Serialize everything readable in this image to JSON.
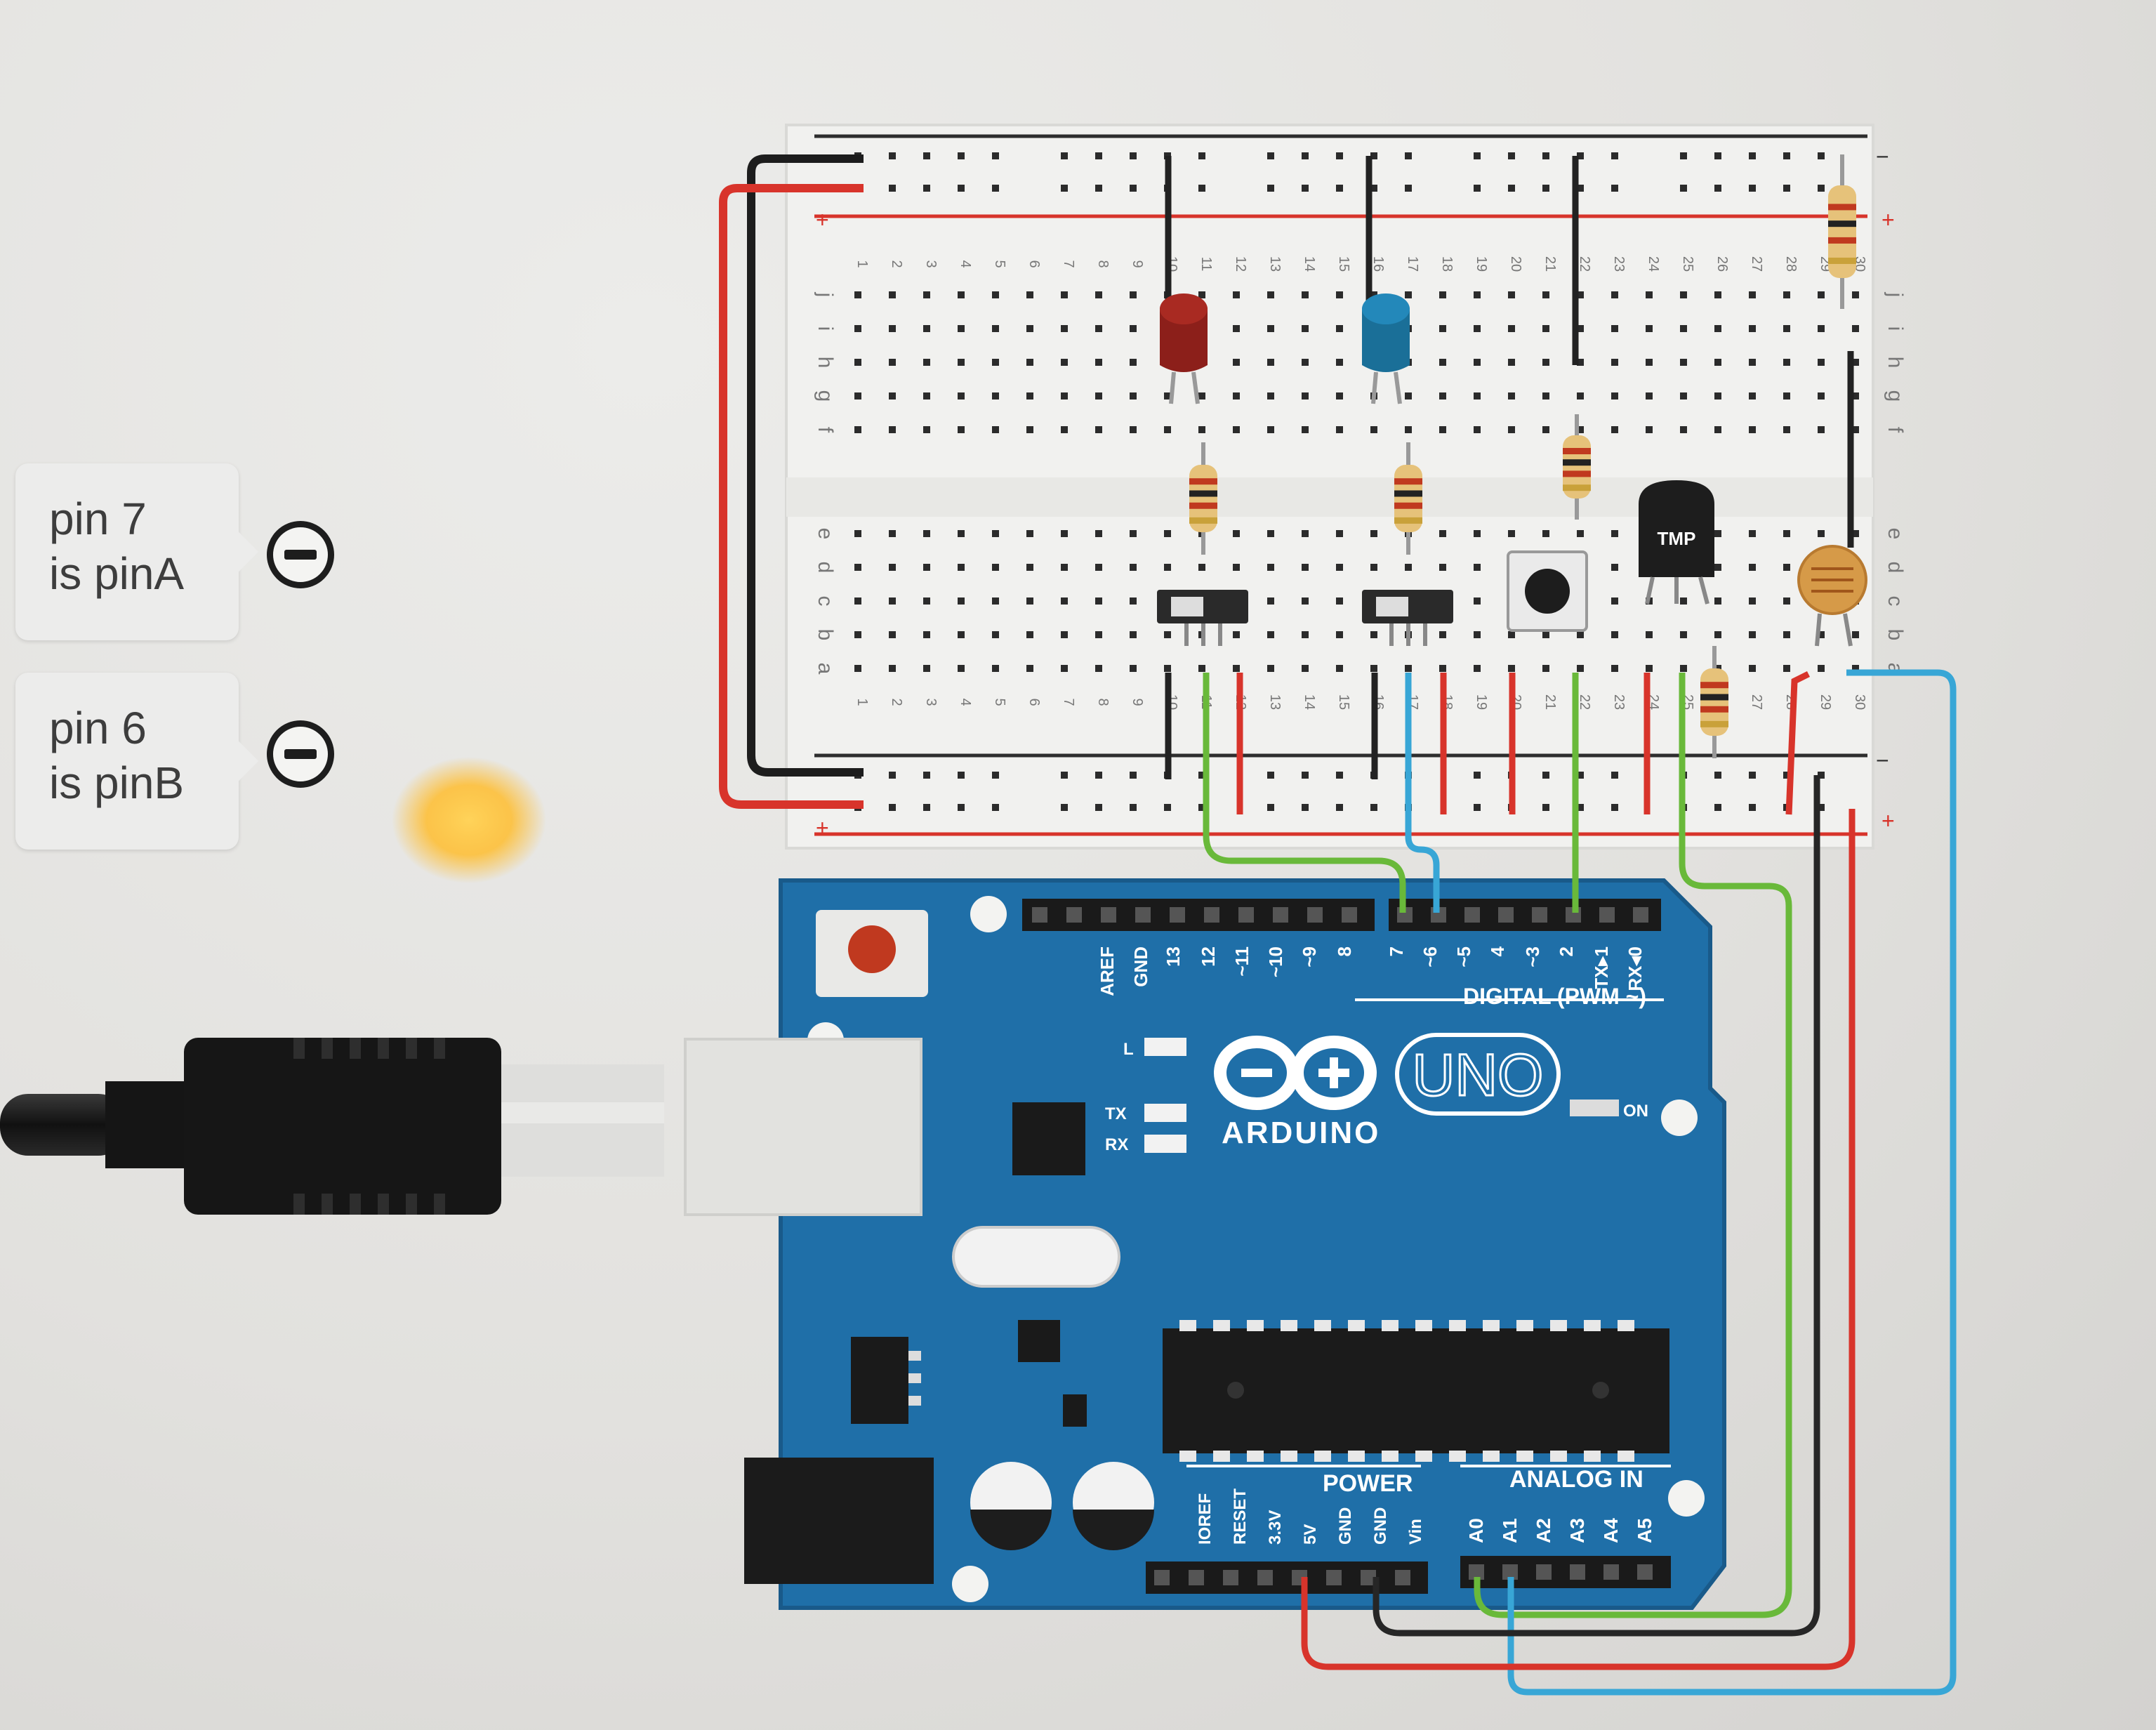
{
  "pin_mappings": [
    {
      "line1": "pin 7",
      "line2": "is pinA"
    },
    {
      "line1": "pin 6",
      "line2": "is pinB"
    }
  ],
  "breadboard": {
    "rail_minus": "−",
    "rail_plus": "+",
    "row_letters_top": [
      "f",
      "g",
      "h",
      "i",
      "j"
    ],
    "row_letters_bottom": [
      "a",
      "b",
      "c",
      "d",
      "e"
    ],
    "columns": [
      "1",
      "2",
      "3",
      "4",
      "5",
      "6",
      "7",
      "8",
      "9",
      "10",
      "11",
      "12",
      "13",
      "14",
      "15",
      "16",
      "17",
      "18",
      "19",
      "20",
      "21",
      "22",
      "23",
      "24",
      "25",
      "26",
      "27",
      "28",
      "29",
      "30"
    ],
    "sensor_label": "TMP"
  },
  "arduino": {
    "model": "UNO",
    "brand": "ARDUINO",
    "digital_header_label": "DIGITAL (PWM ~)",
    "digital_pins": [
      "AREF",
      "GND",
      "13",
      "12",
      "~11",
      "~10",
      "~9",
      "8",
      "7",
      "~6",
      "~5",
      "4",
      "~3",
      "2",
      "TX▸1",
      "RX◂0"
    ],
    "led_labels": [
      "L",
      "TX",
      "RX"
    ],
    "on_label": "ON",
    "power_label": "POWER",
    "power_pins": [
      "IOREF",
      "RESET",
      "3.3V",
      "5V",
      "GND",
      "GND",
      "Vin"
    ],
    "analog_label": "ANALOG IN",
    "analog_pins": [
      "A0",
      "A1",
      "A2",
      "A3",
      "A4",
      "A5"
    ]
  },
  "colors": {
    "board_blue": "#1f6fa8",
    "wire_red": "#d8342b",
    "wire_green": "#69b93a",
    "wire_blue": "#38a6d6",
    "wire_black": "#262626",
    "led_red": "#8c1f1a",
    "led_blue": "#1a6f98"
  }
}
